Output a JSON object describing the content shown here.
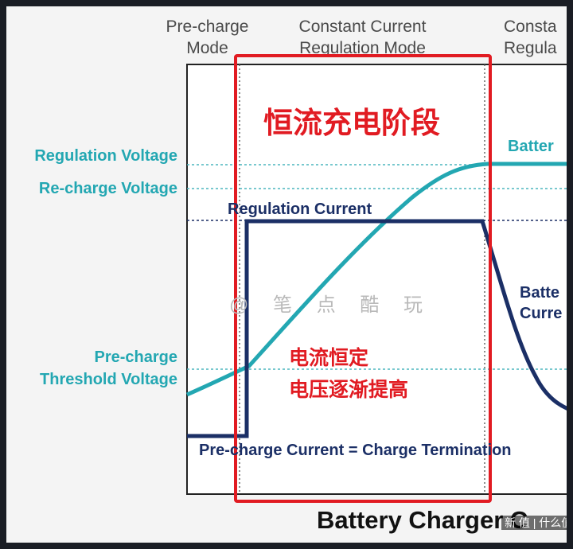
{
  "modes": {
    "precharge": {
      "line1": "Pre-charge",
      "line2": "Mode"
    },
    "cc": {
      "line1": "Constant Current",
      "line2": "Regulation Mode"
    },
    "cv": {
      "line1": "Consta",
      "line2": "Regula"
    }
  },
  "voltage_labels": {
    "regulation": "Regulation Voltage",
    "recharge": "Re-charge Voltage",
    "precharge_1": "Pre-charge",
    "precharge_2": "Threshold Voltage"
  },
  "current_labels": {
    "regulation_current": "Regulation Current",
    "battery_voltage": "Batter",
    "battery_current_1": "Batte",
    "battery_current_2": "Curre",
    "termination": "Pre-charge Current = Charge Termination"
  },
  "annotations": {
    "cc_stage": "恒流充电阶段",
    "note_1": "电流恒定",
    "note_2": "电压逐渐提高"
  },
  "watermark": "@ 笔 点 酷 玩",
  "caption": "Battery Charger C",
  "corner_mark": "新 值 | 什么值得买",
  "colors": {
    "voltage": "#23a7b2",
    "current": "#1b2f66",
    "highlight": "#e11b22",
    "dotted": "#4cb6be"
  }
}
